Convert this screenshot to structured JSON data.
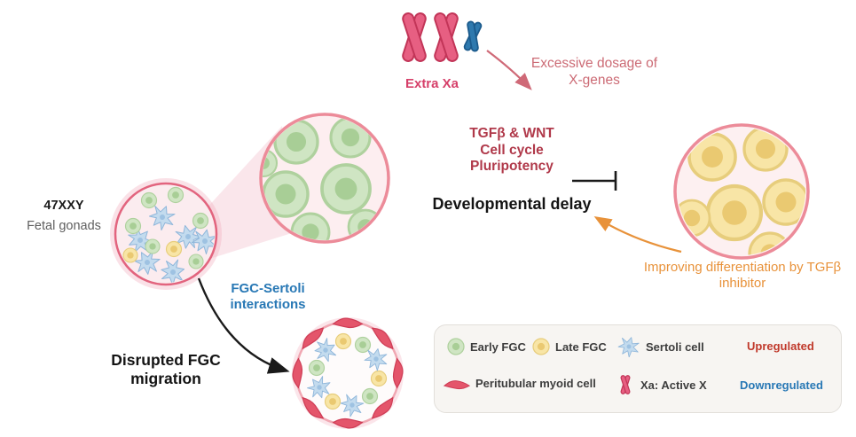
{
  "chromosomes": {
    "extra_xa_label": "Extra Xa"
  },
  "annotations": {
    "excessive_dosage": "Excessive dosage of X-genes",
    "fgc_sertoli_interactions": "FGC-Sertoli interactions",
    "disrupted_fgc_migration": "Disrupted FGC migration",
    "improving_differentiation": "Improving differentiation by TGFβ inhibitor"
  },
  "pathway": {
    "line1": "TGFβ & WNT",
    "line2": "Cell cycle",
    "line3": "Pluripotency",
    "outcome": "Developmental delay"
  },
  "specimen": {
    "karyotype": "47XXY",
    "tissue": "Fetal gonads"
  },
  "legend": {
    "early_fgc": "Early FGC",
    "late_fgc": "Late FGC",
    "sertoli_cell": "Sertoli cell",
    "upregulated": "Upregulated",
    "peritubular_myoid_cell": "Peritubular myoid cell",
    "xa_active_x": "Xa: Active X",
    "downregulated": "Downregulated"
  },
  "colors": {
    "extra_xa_pink": "#d6406a",
    "dosage_rose": "#cc6b75",
    "pathway_red": "#b0394a",
    "outcome_black": "#141414",
    "differentiation_orange": "#e8923a",
    "interactions_blue": "#2878b5",
    "upregulated_red": "#c0392b",
    "downregulated_blue": "#2878b5",
    "circle_rim_pink": "#ec8b99",
    "early_fgc_green": "#cfe5c3",
    "late_fgc_yellow": "#f8e5a6",
    "sertoli_blue": "#c3dbee",
    "myoid_red": "#e4556b"
  }
}
